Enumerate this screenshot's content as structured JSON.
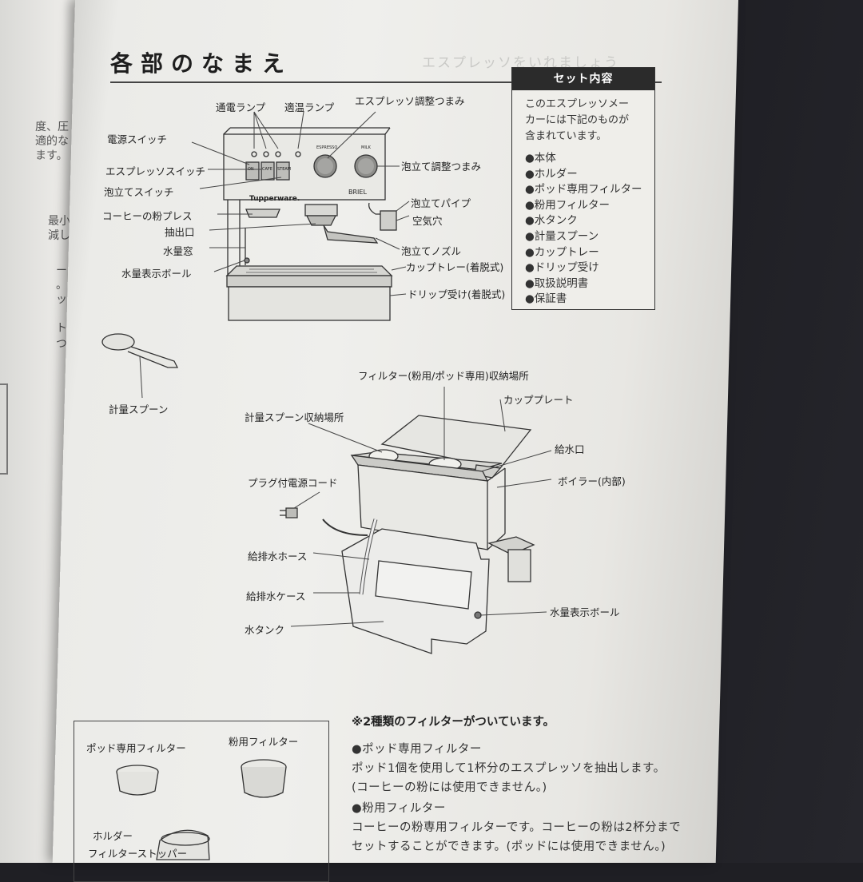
{
  "left_page": {
    "fragments": [
      "度、圧",
      "適的な",
      "ます。",
      "最小",
      "減し",
      "ー",
      "。",
      "ッ",
      "ト",
      "つ"
    ]
  },
  "title": "各部のなまえ",
  "title_ghost": "エスプレッソをいれましょう",
  "set_contents": {
    "heading": "セット内容",
    "intro": [
      "このエスプレッソメー",
      "カーには下記のものが",
      "含まれています。"
    ],
    "items": [
      "●本体",
      "●ホルダー",
      "●ポッド専用フィルター",
      "●粉用フィルター",
      "●水タンク",
      "●計量スプーン",
      "●カップトレー",
      "●ドリップ受け",
      "●取扱説明書",
      "●保証書"
    ]
  },
  "machine": {
    "brand": "Tupperware.",
    "brand2": "BRIEL",
    "dial1_label": "ESPRESSO",
    "dial2_label": "MILK",
    "switch_labels": [
      "ON",
      "CAFE",
      "STEAM"
    ],
    "labels": {
      "power_lamp": "通電ランプ",
      "temp_lamp": "適温ランプ",
      "espresso_knob": "エスプレッソ調整つまみ",
      "power_switch": "電源スイッチ",
      "espresso_switch": "エスプレッソスイッチ",
      "froth_knob": "泡立て調整つまみ",
      "froth_switch": "泡立てスイッチ",
      "froth_pipe": "泡立てパイプ",
      "coffee_press": "コーヒーの粉プレス",
      "air_hole": "空気穴",
      "outlet": "抽出口",
      "water_window": "水量窓",
      "froth_nozzle": "泡立てノズル",
      "cup_tray": "カップトレー(着脱式)",
      "water_ball": "水量表示ボール",
      "drip_tray": "ドリップ受け(着脱式)"
    }
  },
  "spoon_label": "計量スプーン",
  "back": {
    "labels": {
      "filter_storage": "フィルター(粉用/ポッド専用)収納場所",
      "cup_plate": "カッププレート",
      "spoon_storage": "計量スプーン収納場所",
      "water_inlet": "給水口",
      "power_cord": "プラグ付電源コード",
      "boiler": "ボイラー(内部)",
      "hose": "給排水ホース",
      "case": "給排水ケース",
      "tank": "水タンク",
      "water_ball": "水量表示ボール"
    }
  },
  "filters": {
    "pod_label": "ポッド専用フィルター",
    "powder_label": "粉用フィルター",
    "holder_label": "ホルダー",
    "stopper_label": "フィルターストッパー"
  },
  "note": {
    "heading": "※2種類のフィルターがついています。",
    "lines": [
      "●ポッド専用フィルター",
      "ポッド1個を使用して1杯分のエスプレッソを抽出します。",
      "(コーヒーの粉には使用できません。)",
      "●粉用フィルター",
      "コーヒーの粉専用フィルターです。コーヒーの粉は2杯分まで",
      "セットすることができます。(ポッドには使用できません。)"
    ]
  }
}
